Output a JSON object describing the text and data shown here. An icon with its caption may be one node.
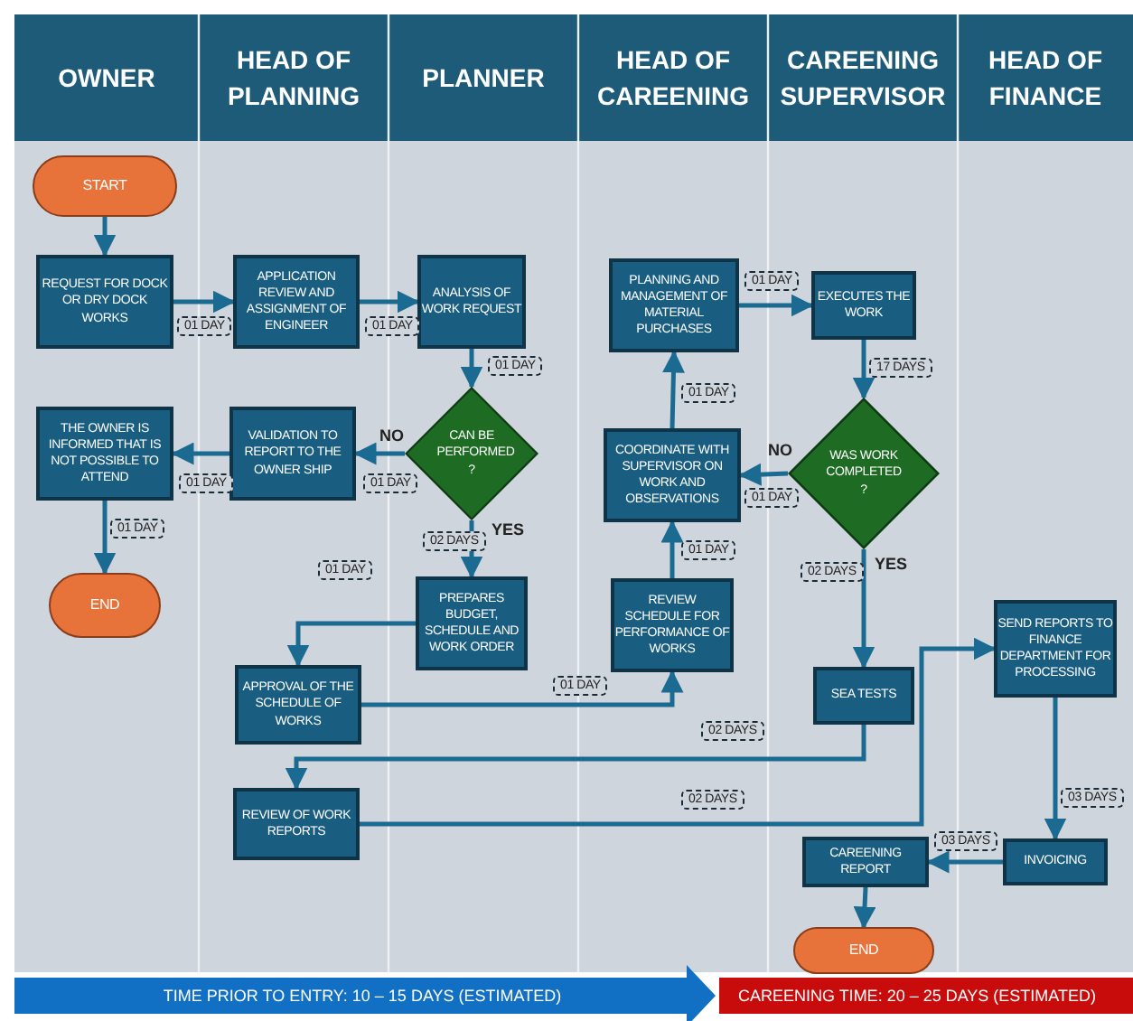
{
  "diagram": {
    "nodes": [
      {
        "text": [
          "START"
        ]
      },
      {
        "text": [
          "REQUEST FOR DOCK OR DRY DOCK WORKS"
        ]
      },
      {
        "text": [
          "APPLICATION REVIEW AND ASSIGNMENT OF ENGINEER"
        ]
      },
      {
        "text": [
          "ANALYSIS OF WORK REQUEST"
        ]
      },
      {
        "text": [
          "CAN BE PERFORMED ?"
        ]
      },
      {
        "text": [
          "VALIDATION TO REPORT TO THE OWNER SHIP"
        ]
      },
      {
        "text": [
          "THE OWNER IS INFORMED THAT IS NOT POSSIBLE TO ATTEND"
        ]
      },
      {
        "text": [
          "END"
        ]
      },
      {
        "text": [
          "PREPARES BUDGET, SCHEDULE AND WORK ORDER"
        ]
      },
      {
        "text": [
          "APPROVAL OF THE SCHEDULE OF WORKS"
        ]
      },
      {
        "text": [
          "REVIEW OF WORK REPORTS"
        ]
      },
      {
        "text": [
          "REVIEW SCHEDULE FOR PERFORMANCE OF WORKS"
        ]
      },
      {
        "text": [
          "COORDINATE WITH SUPERVISOR ON WORK AND OBSERVATIONS"
        ]
      },
      {
        "text": [
          "PLANNING AND MANAGEMENT OF MATERIAL PURCHASES"
        ]
      },
      {
        "text": [
          "EXECUTES THE WORK"
        ]
      },
      {
        "text": [
          "WAS WORK COMPLETED ?"
        ]
      },
      {
        "text": [
          "SEA TESTS"
        ]
      },
      {
        "text": [
          "SEND REPORTS TO FINANCE DEPARTMENT FOR PROCESSING"
        ]
      },
      {
        "text": [
          "INVOICING"
        ]
      },
      {
        "text": [
          "CAREENING REPORT"
        ]
      },
      {
        "text": [
          "END"
        ]
      }
    ],
    "edges": [
      {
        "from": 0,
        "to": 1,
        "arrow": "to"
      },
      {
        "from": 1,
        "to": 2,
        "arrow": "to",
        "label": "01 DAY"
      },
      {
        "from": 2,
        "to": 3,
        "arrow": "to",
        "label": "01 DAY"
      },
      {
        "from": 3,
        "to": 4,
        "arrow": "to",
        "label": "01 DAY"
      },
      {
        "from": 4,
        "to": 5,
        "arrow": "to",
        "label": "01 DAY"
      },
      {
        "from": 5,
        "to": 6,
        "arrow": "to",
        "label": "01 DAY"
      },
      {
        "from": 6,
        "to": 7,
        "arrow": "to",
        "label": "01 DAY"
      },
      {
        "from": 4,
        "to": 8,
        "arrow": "to",
        "label": "02 DAYS"
      },
      {
        "from": 8,
        "to": 9,
        "arrow": "to"
      },
      {
        "from": 9,
        "to": 11,
        "arrow": "to",
        "label": "01 DAY"
      },
      {
        "from": 11,
        "to": 12,
        "arrow": "to",
        "label": "01 DAY"
      },
      {
        "from": 12,
        "to": 13,
        "arrow": "to",
        "label": "01 DAY"
      },
      {
        "from": 13,
        "to": 14,
        "arrow": "to",
        "label": "01 DAY"
      },
      {
        "from": 14,
        "to": 15,
        "arrow": "to",
        "label": "17 DAYS"
      },
      {
        "from": 15,
        "to": 12,
        "arrow": "to",
        "label": "01 DAY"
      },
      {
        "from": 15,
        "to": 16,
        "arrow": "to",
        "label": "02 DAYS"
      },
      {
        "from": 16,
        "to": 10,
        "arrow": "to",
        "label": "02 DAYS"
      },
      {
        "from": 10,
        "to": 17,
        "arrow": "to",
        "label": "02 DAYS"
      },
      {
        "from": 17,
        "to": 18,
        "arrow": "to",
        "label": "03 DAYS"
      },
      {
        "from": 18,
        "to": 19,
        "arrow": "to",
        "label": "03 DAYS"
      },
      {
        "from": 19,
        "to": 20,
        "arrow": "to"
      }
    ],
    "labels": [
      "OWNER",
      "HEAD OF PLANNING",
      "PLANNER",
      "HEAD OF CAREENING",
      "CAREENING SUPERVISOR",
      "HEAD OF FINANCE",
      "NO",
      "NO",
      "YES",
      "01 DAY",
      "YES",
      "TIME PRIOR TO ENTRY: 10 – 15 DAYS (ESTIMATED)",
      "CAREENING TIME: 20 – 25 DAYS (ESTIMATED)"
    ]
  }
}
